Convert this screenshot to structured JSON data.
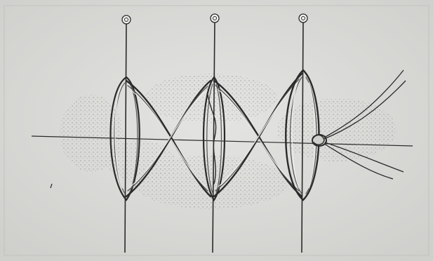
{
  "image": {
    "subject": "figure-eight-suture-engraving",
    "style": "monochrome line engraving on grey paper",
    "colors": {
      "paper": "#dcdcda",
      "paper_edge": "#cfcfcc",
      "ink": "#2a2a2a",
      "ink_light": "#555555",
      "highlight": "#f2f2f0",
      "shadow": "#9a9a96"
    },
    "pin_count": 3,
    "thread_tail_count": 4
  }
}
